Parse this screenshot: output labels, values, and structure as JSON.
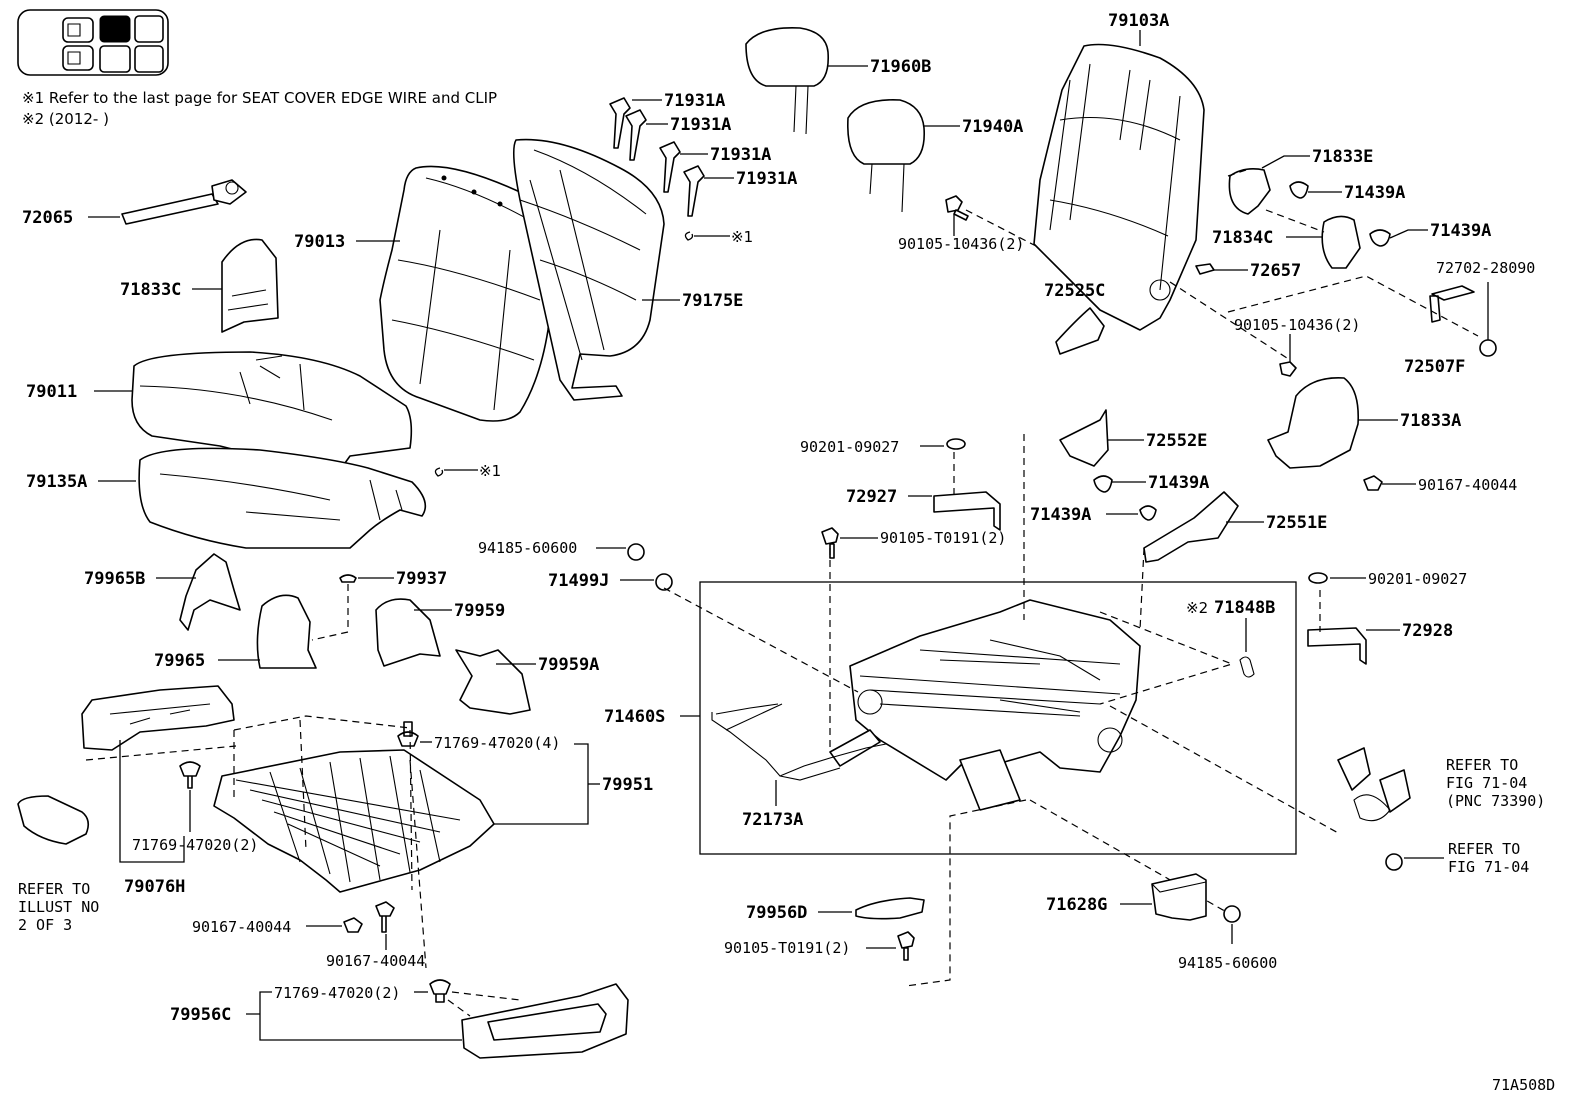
{
  "notes": {
    "n1": "※1  Refer to the last page for SEAT COVER EDGE WIRE and CLIP",
    "n2": "※2 (2012-      )",
    "ref1": "※1",
    "ref1b": "※1",
    "ref2": "※2"
  },
  "labels": {
    "p72065": "72065",
    "p79013": "79013",
    "p71833C": "71833C",
    "p79011": "79011",
    "p79135A": "79135A",
    "p71931A_1": "71931A",
    "p71931A_2": "71931A",
    "p71931A_3": "71931A",
    "p71931A_4": "71931A",
    "p79175E": "79175E",
    "p71960B": "71960B",
    "p71940A": "71940A",
    "p79103A": "79103A",
    "p71833E": "71833E",
    "p71439A_1": "71439A",
    "p71834C": "71834C",
    "p71439A_2": "71439A",
    "p90105_10436_a": "90105-10436(2)",
    "p72657": "72657",
    "p72702_28090": "72702-28090",
    "p72525C": "72525C",
    "p90105_10436_b": "90105-10436(2)",
    "p72507F": "72507F",
    "p71833A": "71833A",
    "p90201_09027_a": "90201-09027",
    "p72552E": "72552E",
    "p71439A_3": "71439A",
    "p72927": "72927",
    "p71439A_4": "71439A",
    "p72551E": "72551E",
    "p90167_40044_a": "90167-40044",
    "p90105_T0191_a": "90105-T0191(2)",
    "p94185_60600_a": "94185-60600",
    "p71499J": "71499J",
    "p79965B": "79965B",
    "p79937": "79937",
    "p79959": "79959",
    "p79965": "79965",
    "p79959A": "79959A",
    "p71848B": "71848B",
    "p90201_09027_b": "90201-09027",
    "p72928": "72928",
    "p71460S": "71460S",
    "p71769_47020_4": "71769-47020(4)",
    "p79951": "79951",
    "p72173A": "72173A",
    "p71769_47020_2a": "71769-47020(2)",
    "p79076H": "79076H",
    "p90167_40044_b": "90167-40044",
    "p90167_40044_c": "90167-40044",
    "p79956D": "79956D",
    "p90105_T0191_b": "90105-T0191(2)",
    "p71628G": "71628G",
    "p94185_60600_b": "94185-60600",
    "p71769_47020_2b": "71769-47020(2)",
    "p79956C": "79956C",
    "fig_code": "71A508D"
  },
  "refs": {
    "illust_l1": "REFER TO",
    "illust_l2": "ILLUST NO",
    "illust_l3": "2 OF 3",
    "fig1_l1": "REFER TO",
    "fig1_l2": "FIG 71-04",
    "fig1_l3": "(PNC 73390)",
    "fig2_l1": "REFER TO",
    "fig2_l2": "FIG 71-04"
  }
}
